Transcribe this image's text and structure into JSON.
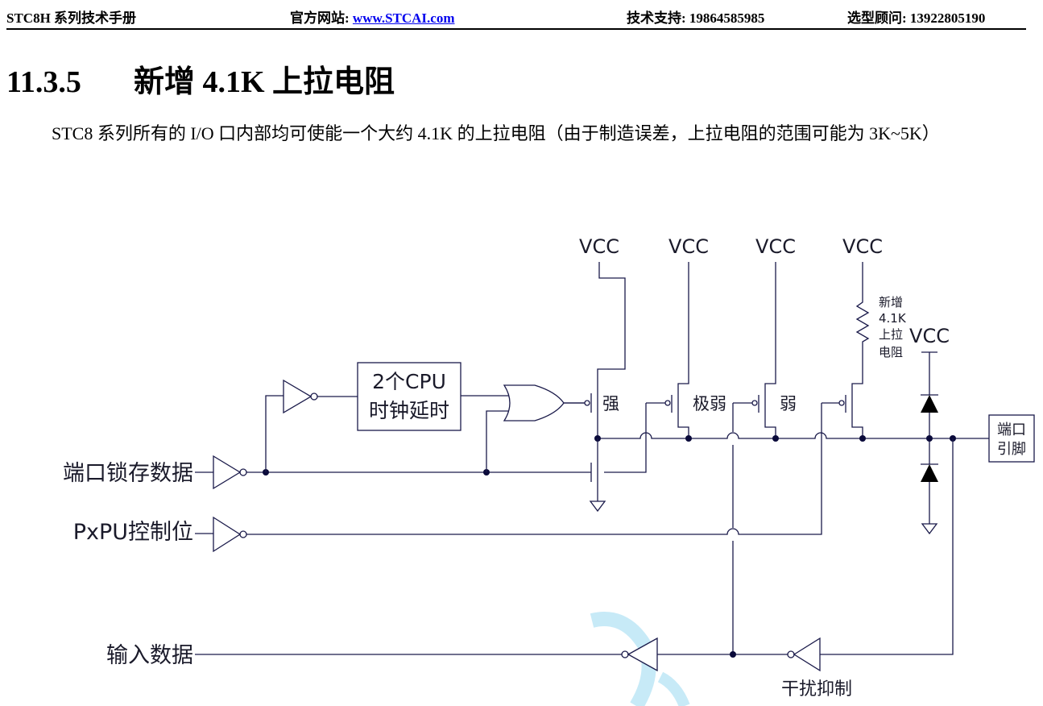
{
  "header": {
    "manual": "STC8H 系列技术手册",
    "site_label": "官方网站: ",
    "site_link": "www.STCAI.com",
    "support": "技术支持: 19864585985",
    "advisor": "选型顾问: 13922805190"
  },
  "section": {
    "number": "11.3.5",
    "title": "新增 4.1K 上拉电阻"
  },
  "paragraph": "STC8 系列所有的 I/O 口内部均可使能一个大约 4.1K 的上拉电阻（由于制造误差，上拉电阻的范围可能为 3K~5K）",
  "diagram": {
    "vcc": "VCC",
    "delay_line1": "2个CPU",
    "delay_line2": "时钟延时",
    "strong": "强",
    "very_weak": "极弱",
    "weak": "弱",
    "resistor_label": [
      "新增",
      "4.1K",
      "上拉",
      "电阻"
    ],
    "pin_label": [
      "端口",
      "引脚"
    ],
    "latch_data": "端口锁存数据",
    "pxpu": "PxPU控制位",
    "input_data": "输入数据",
    "noise": "干扰抑制"
  },
  "colors": {
    "wire": "#1a1a4a",
    "link": "#0000ee",
    "watermark": "#c7eaf7"
  }
}
